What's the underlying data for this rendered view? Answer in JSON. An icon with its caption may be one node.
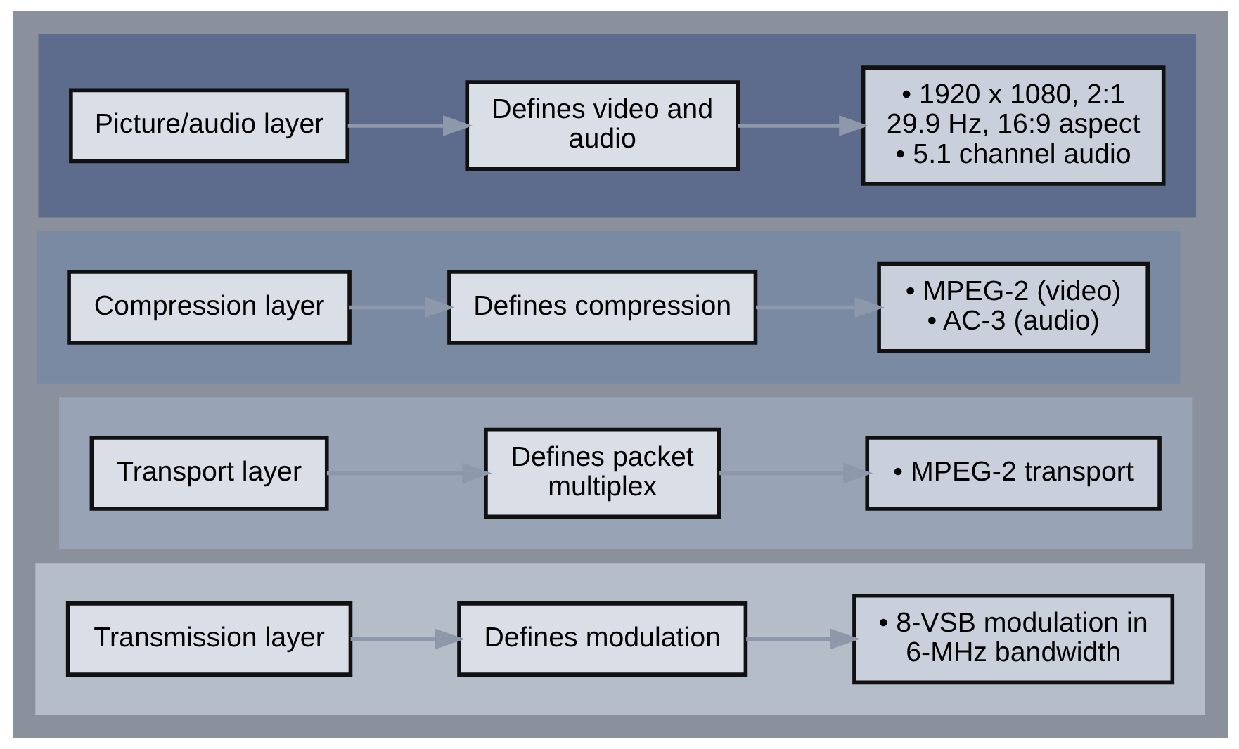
{
  "diagram": {
    "nodes": [
      {
        "text": [],
        "shape": "bar"
      },
      {
        "text": [
          "Picture/audio layer"
        ],
        "in": 0
      },
      {
        "text": [
          "Defines video and audio"
        ],
        "in": 0
      },
      {
        "text": [
          "• 1920 x 1080, 2:1 29.9 Hz, 16:9 aspect",
          "• 5.1 channel audio"
        ],
        "in": 0
      },
      {
        "text": [],
        "shape": "bar"
      },
      {
        "text": [
          "Compression layer"
        ],
        "in": 4
      },
      {
        "text": [
          "Defines compression"
        ],
        "in": 4
      },
      {
        "text": [
          "• MPEG-2 (video)",
          "• AC-3 (audio)"
        ],
        "in": 4
      },
      {
        "text": [],
        "shape": "bar"
      },
      {
        "text": [
          "Transport layer"
        ],
        "in": 8
      },
      {
        "text": [
          "Defines packet multiplex"
        ],
        "in": 8
      },
      {
        "text": [
          "• MPEG-2 transport"
        ],
        "in": 8
      },
      {
        "text": [],
        "shape": "bar"
      },
      {
        "text": [
          "Transmission layer"
        ],
        "in": 12
      },
      {
        "text": [
          "Defines modulation"
        ],
        "in": 12
      },
      {
        "text": [
          "• 8-VSB modulation in 6-MHz bandwidth"
        ],
        "in": 12
      }
    ],
    "edges": [
      {
        "from": 1,
        "to": 2,
        "arrow": "to"
      },
      {
        "from": 2,
        "to": 3,
        "arrow": "to"
      },
      {
        "from": 5,
        "to": 6,
        "arrow": "to"
      },
      {
        "from": 6,
        "to": 7,
        "arrow": "to"
      },
      {
        "from": 9,
        "to": 10,
        "arrow": "to"
      },
      {
        "from": 10,
        "to": 11,
        "arrow": "to"
      },
      {
        "from": 13,
        "to": 14,
        "arrow": "to"
      },
      {
        "from": 14,
        "to": 15,
        "arrow": "to"
      }
    ]
  }
}
